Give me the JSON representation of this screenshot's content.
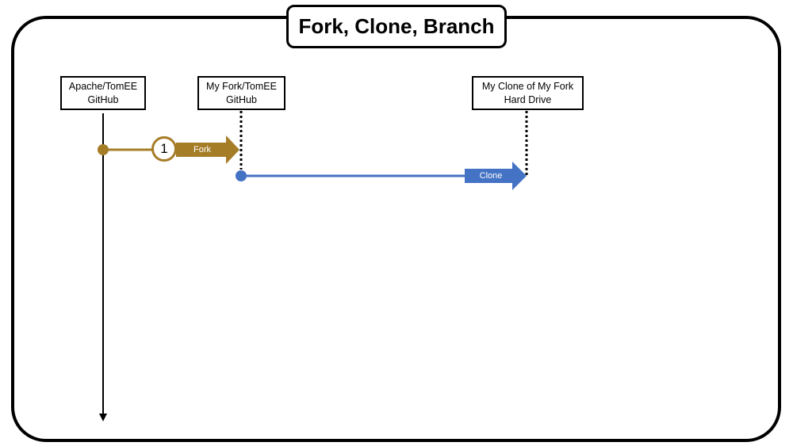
{
  "title": "Fork, Clone, Branch",
  "nodes": {
    "apache": {
      "line1": "Apache/TomEE",
      "line2": "GitHub"
    },
    "fork": {
      "line1": "My Fork/TomEE",
      "line2": "GitHub"
    },
    "clone": {
      "line1": "My Clone of My Fork",
      "line2": "Hard Drive"
    }
  },
  "steps": {
    "fork": {
      "number": "1",
      "label": "Fork",
      "color": "#a67d27"
    },
    "clone": {
      "label": "Clone",
      "color": "#4472c4"
    }
  }
}
